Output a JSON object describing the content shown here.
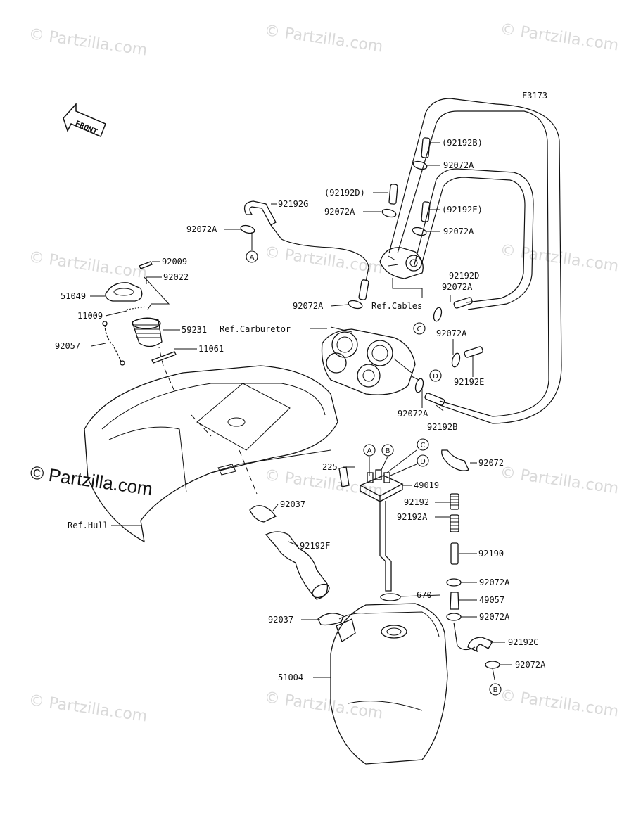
{
  "figure_code": "F3173",
  "front_label": "FRONT",
  "watermarks": {
    "small": "© Partzilla.com",
    "large": "© Partzilla.com"
  },
  "refs": {
    "carburetor": "Ref.Carburetor",
    "cables": "Ref.Cables",
    "hull": "Ref.Hull"
  },
  "connectors": [
    "A",
    "B",
    "C",
    "D"
  ],
  "parts": {
    "p92192B_paren": "(92192B)",
    "p92072A_1": "92072A",
    "p92192D_paren": "(92192D)",
    "p92072A_2": "92072A",
    "p92192E_paren": "(92192E)",
    "p92072A_3": "92072A",
    "p92192G": "92192G",
    "p92072A_4": "92072A",
    "p92009": "92009",
    "p92022": "92022",
    "p51049": "51049",
    "p11009": "11009",
    "p59231": "59231",
    "p92057": "92057",
    "p11061": "11061",
    "p92072A_5": "92072A",
    "p92192D": "92192D",
    "p92072A_6": "92072A",
    "p92072A_7": "92072A",
    "p92192E": "92192E",
    "p92072A_8": "92072A",
    "p92192B": "92192B",
    "p92072": "92072",
    "p225": "225",
    "p49019": "49019",
    "p92192": "92192",
    "p92192A": "92192A",
    "p92190": "92190",
    "p92037_1": "92037",
    "p92192F": "92192F",
    "p92072A_9": "92072A",
    "p670": "670",
    "p49057": "49057",
    "p92037_2": "92037",
    "p92072A_10": "92072A",
    "p92192C": "92192C",
    "p51004": "51004",
    "p92072A_11": "92072A"
  }
}
